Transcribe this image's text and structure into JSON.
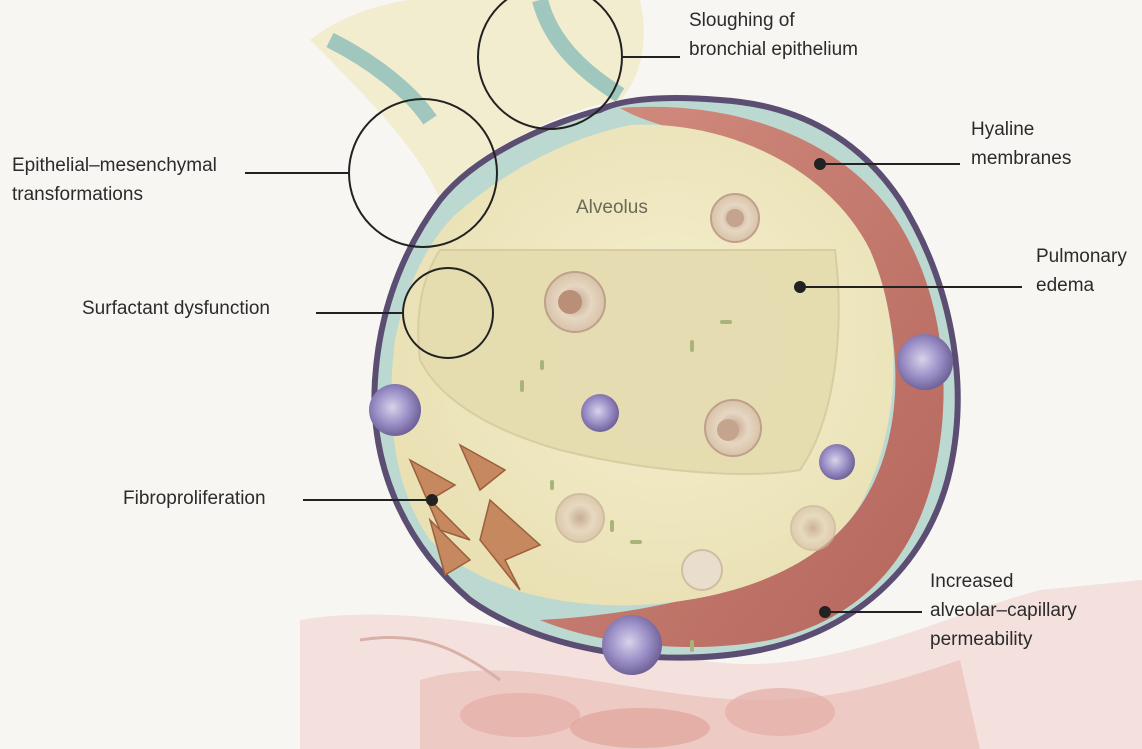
{
  "figure": {
    "center_label": "Alveolus",
    "labels": [
      {
        "id": "sloughing",
        "lines": [
          "Sloughing of",
          "bronchial epithelium"
        ]
      },
      {
        "id": "hyaline",
        "lines": [
          "Hyaline",
          "membranes"
        ]
      },
      {
        "id": "emt",
        "lines": [
          "Epithelial–mesenchymal",
          "transformations"
        ]
      },
      {
        "id": "edema",
        "lines": [
          "Pulmonary",
          "edema"
        ]
      },
      {
        "id": "surfactant",
        "lines": [
          "Surfactant dysfunction"
        ]
      },
      {
        "id": "fibro",
        "lines": [
          "Fibroproliferation"
        ]
      },
      {
        "id": "permeability",
        "lines": [
          "Increased",
          "alveolar–capillary",
          "permeability"
        ]
      }
    ]
  },
  "colors": {
    "membrane_outline": "#5b4e72",
    "epithelial_cells": "#9fc7bd",
    "hyaline_membrane": "#c26f63",
    "alveolar_fluid": "#efe7bf",
    "edema_fluid": "#e6dfb6",
    "macrophage": "#d8c3a8",
    "neutrophil": "#8a7db8",
    "fibroblast": "#b87a55",
    "capillary_tissue": "#eec7c1",
    "leader_line": "#222222"
  }
}
